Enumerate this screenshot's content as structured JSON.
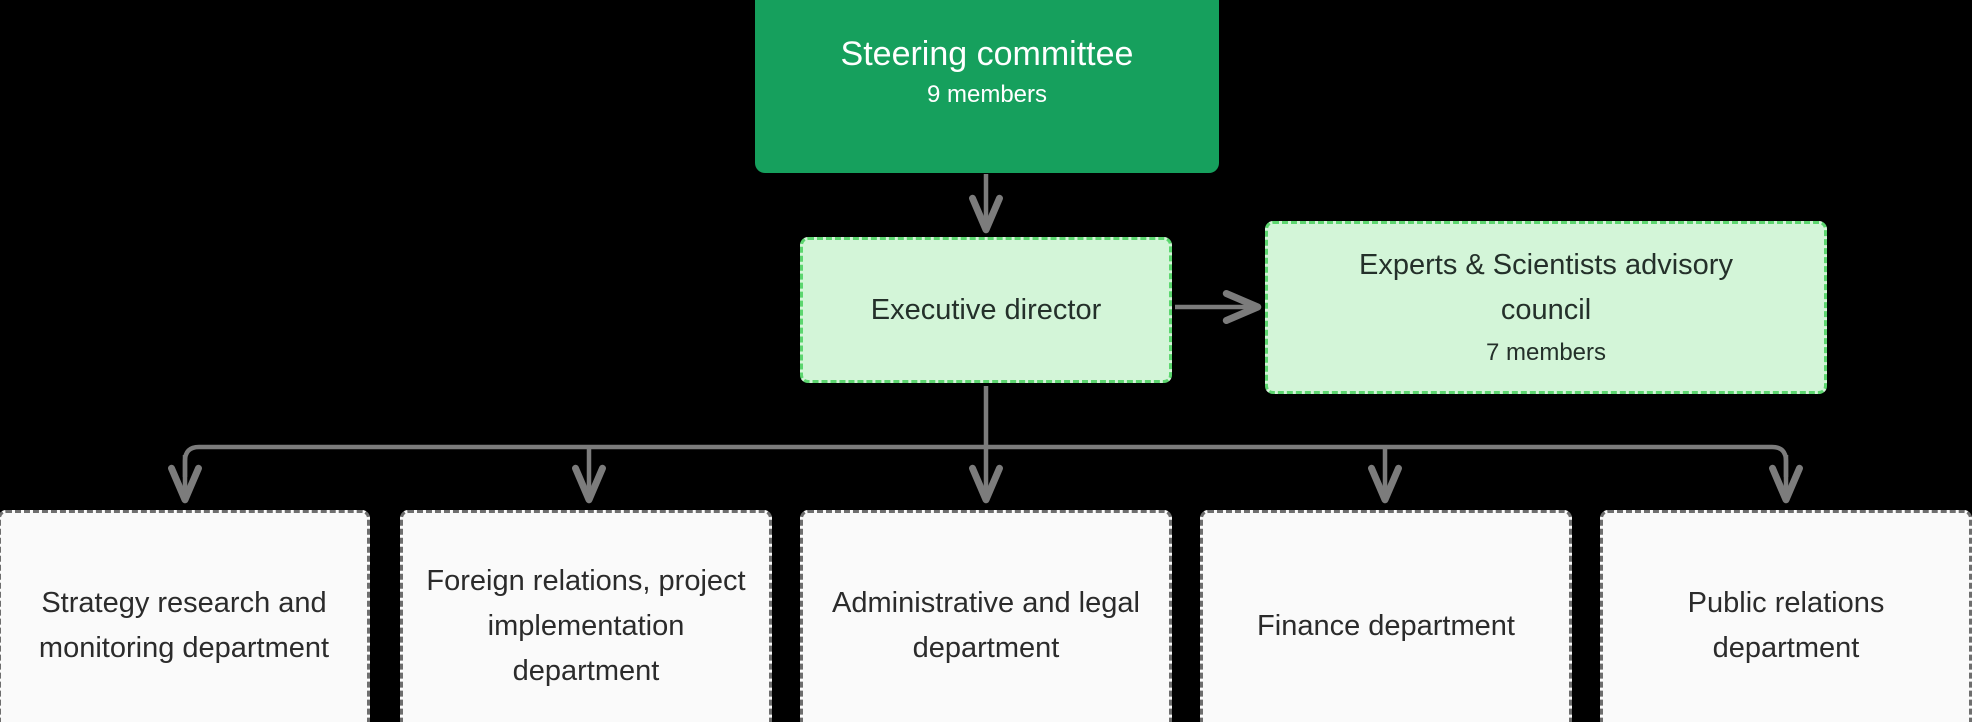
{
  "diagram": {
    "type": "org-chart",
    "background_color": "#000000",
    "nodes": {
      "steering_committee": {
        "title": "Steering committee",
        "subtitle": "9 members",
        "style": "solid-green",
        "fill_color": "#16A05D",
        "text_color": "#FFFFFF"
      },
      "executive_director": {
        "title": "Executive director",
        "subtitle": "",
        "style": "dashed-green",
        "fill_color": "#D3F5D8",
        "border_color": "#5CD66F",
        "text_color": "#24302A"
      },
      "advisory_council": {
        "title": "Experts & Scientists advisory council",
        "subtitle": "7 members",
        "style": "dashed-green",
        "fill_color": "#D3F5D8",
        "border_color": "#5CD66F",
        "text_color": "#24302A"
      }
    },
    "departments": [
      {
        "title": "Strategy research and monitoring department"
      },
      {
        "title": "Foreign relations, project implementation department"
      },
      {
        "title": "Administrative and legal department"
      },
      {
        "title": "Finance department"
      },
      {
        "title": "Public relations department"
      }
    ],
    "department_style": {
      "fill_color": "#FAFAFA",
      "border_color": "#6E6E6E",
      "text_color": "#2B2B2B"
    },
    "connector_color": "#7C7C7C",
    "edges": [
      {
        "from": "steering_committee",
        "to": "executive_director",
        "direction": "down"
      },
      {
        "from": "executive_director",
        "to": "advisory_council",
        "direction": "right"
      },
      {
        "from": "executive_director",
        "to": "department-0",
        "direction": "down"
      },
      {
        "from": "executive_director",
        "to": "department-1",
        "direction": "down"
      },
      {
        "from": "executive_director",
        "to": "department-2",
        "direction": "down"
      },
      {
        "from": "executive_director",
        "to": "department-3",
        "direction": "down"
      },
      {
        "from": "executive_director",
        "to": "department-4",
        "direction": "down"
      }
    ]
  }
}
